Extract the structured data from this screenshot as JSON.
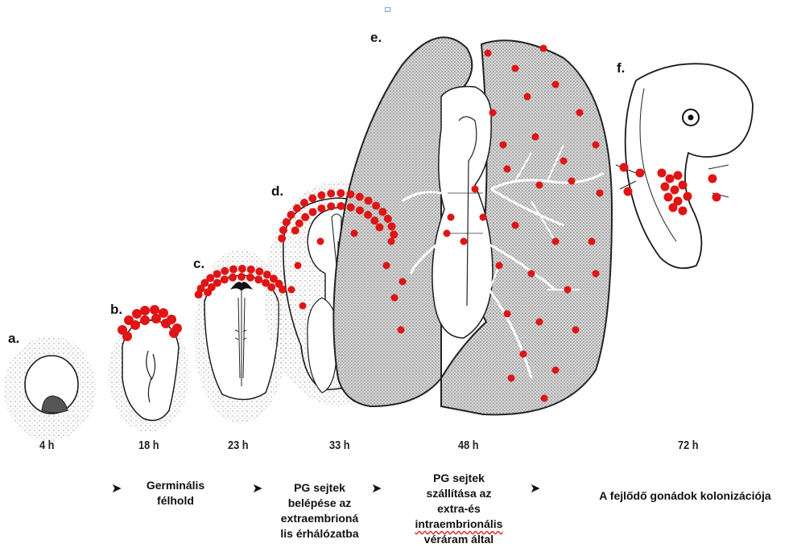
{
  "stages": [
    {
      "letter": "a.",
      "time": "4 h"
    },
    {
      "letter": "b.",
      "time": "18 h"
    },
    {
      "letter": "c.",
      "time": "23 h"
    },
    {
      "letter": "d.",
      "time": "33 h"
    },
    {
      "letter": "e.",
      "time": "48 h"
    },
    {
      "letter": "f.",
      "time": "72 h"
    }
  ],
  "arrow_symbol": "➤",
  "captions": {
    "c1": "Germinális\nfélhold",
    "c2": "PG sejtek\nbelépése az\nextraembrioná\nlis érhálózatba",
    "c3a": "PG sejtek\nszállítása az\nextra-és",
    "c3b": "intraembrionális",
    "c3c": "véráram által",
    "c4": "A fejlődő gonádok kolonizációja"
  },
  "colors": {
    "cell_red": "#e01414",
    "stipple": "#9a9a9a",
    "outline": "#1a1a1a"
  }
}
